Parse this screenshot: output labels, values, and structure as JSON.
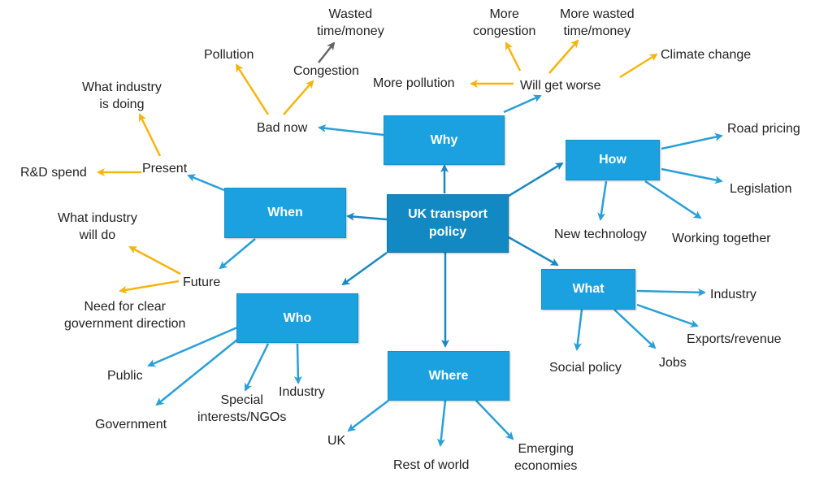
{
  "colors": {
    "box": "#1ba1df",
    "center_box": "#1389c4",
    "arrow_blue": "#2a9fd8",
    "arrow_yellow": "#f5b50e",
    "arrow_grey": "#666666"
  },
  "center": {
    "label": "UK transport\npolicy"
  },
  "branches": {
    "why": "Why",
    "how": "How",
    "what": "What",
    "where": "Where",
    "who": "Who",
    "when": "When"
  },
  "why": {
    "bad_now": "Bad now",
    "pollution": "Pollution",
    "congestion": "Congestion",
    "wasted": "Wasted\ntime/money",
    "will_get_worse": "Will get worse",
    "more_pollution": "More pollution",
    "more_congestion": "More\ncongestion",
    "more_wasted": "More wasted\ntime/money",
    "climate_change": "Climate change"
  },
  "how": {
    "road_pricing": "Road pricing",
    "legislation": "Legislation",
    "new_technology": "New technology",
    "working_together": "Working together"
  },
  "what": {
    "industry": "Industry",
    "exports": "Exports/revenue",
    "jobs": "Jobs",
    "social_policy": "Social policy"
  },
  "where": {
    "uk": "UK",
    "rest_of_world": "Rest of world",
    "emerging": "Emerging\neconomies"
  },
  "who": {
    "public": "Public",
    "government": "Government",
    "special": "Special\ninterests/NGOs",
    "industry": "Industry"
  },
  "when": {
    "present": "Present",
    "rd_spend": "R&D spend",
    "industry_doing": "What industry\nis doing",
    "future": "Future",
    "industry_will": "What industry\nwill do",
    "need": "Need for clear\ngovernment direction"
  }
}
